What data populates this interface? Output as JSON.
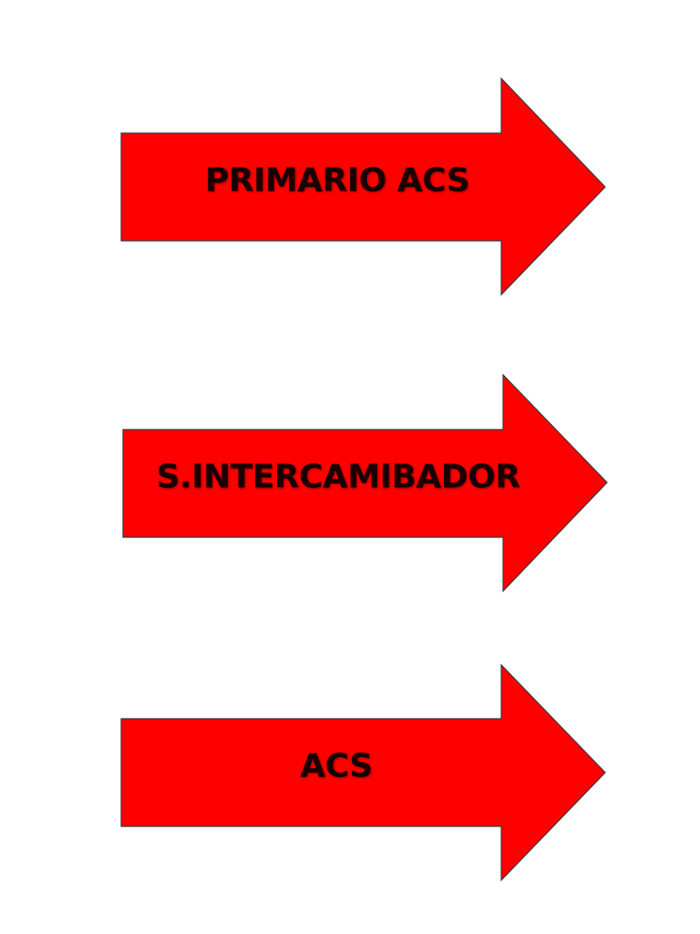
{
  "arrows": [
    {
      "label": "PRIMARIO ACS"
    },
    {
      "label": "S.INTERCAMIBADOR"
    },
    {
      "label": "ACS"
    }
  ],
  "colors": {
    "arrow_fill": "#ff0000",
    "arrow_stroke": "#3a3a3a",
    "text": "#1a0000",
    "background": "#ffffff"
  }
}
